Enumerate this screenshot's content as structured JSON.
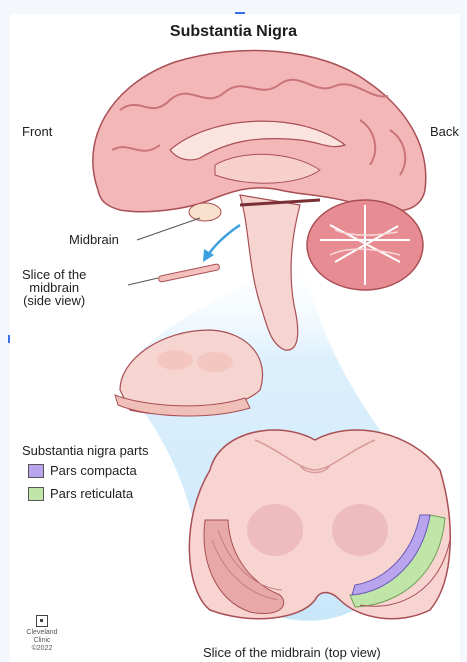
{
  "title": "Substantia Nigra",
  "labels": {
    "front": "Front",
    "back": "Back",
    "midbrain": "Midbrain",
    "slice_side_line1": "Slice of the",
    "slice_side_line2": "midbrain",
    "slice_side_line3": "(side view)",
    "slice_top": "Slice of the midbrain (top view)"
  },
  "legend": {
    "title": "Substantia nigra parts",
    "items": [
      {
        "label": "Pars compacta",
        "color": "#b9a4ee"
      },
      {
        "label": "Pars reticulata",
        "color": "#bfe6a8"
      }
    ]
  },
  "logo": {
    "line1": "Cleveland",
    "line2": "Clinic",
    "line3": "©2022"
  },
  "colors": {
    "brain": "#f3b7b8",
    "brain_dark": "#d98a8d",
    "brain_outline": "#a94f55",
    "midbrain_tissue": "#f6d4cf",
    "cerebellum": "#e88c93",
    "glow": "#cfe9fb",
    "arrow": "#3b9fe0"
  }
}
